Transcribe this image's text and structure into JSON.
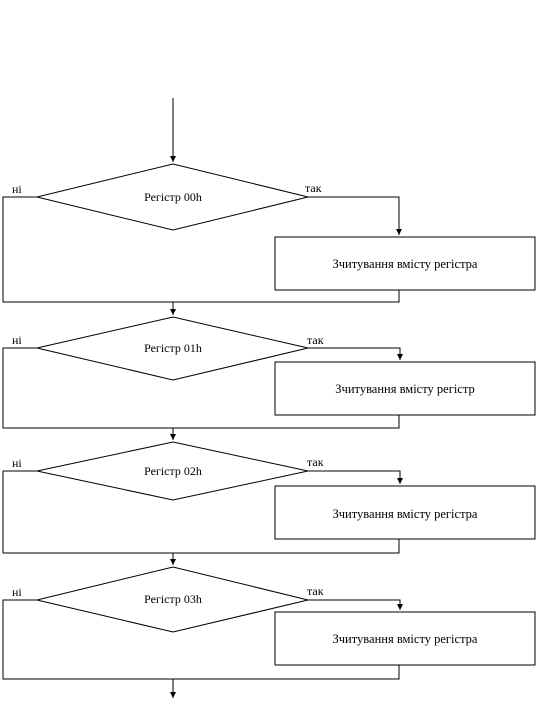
{
  "blocks": [
    {
      "decision": "Регістр 00h",
      "no": "ні",
      "yes": "так",
      "action": "Зчитування вмісту регістра"
    },
    {
      "decision": "Регістр 01h",
      "no": "ні",
      "yes": "так",
      "action": "Зчитування вмісту регістр"
    },
    {
      "decision": "Регістр 02h",
      "no": "ні",
      "yes": "так",
      "action": "Зчитування вмісту регістра"
    },
    {
      "decision": "Регістр 03h",
      "no": "ні",
      "yes": "так",
      "action": "Зчитування вмісту регістра"
    }
  ]
}
